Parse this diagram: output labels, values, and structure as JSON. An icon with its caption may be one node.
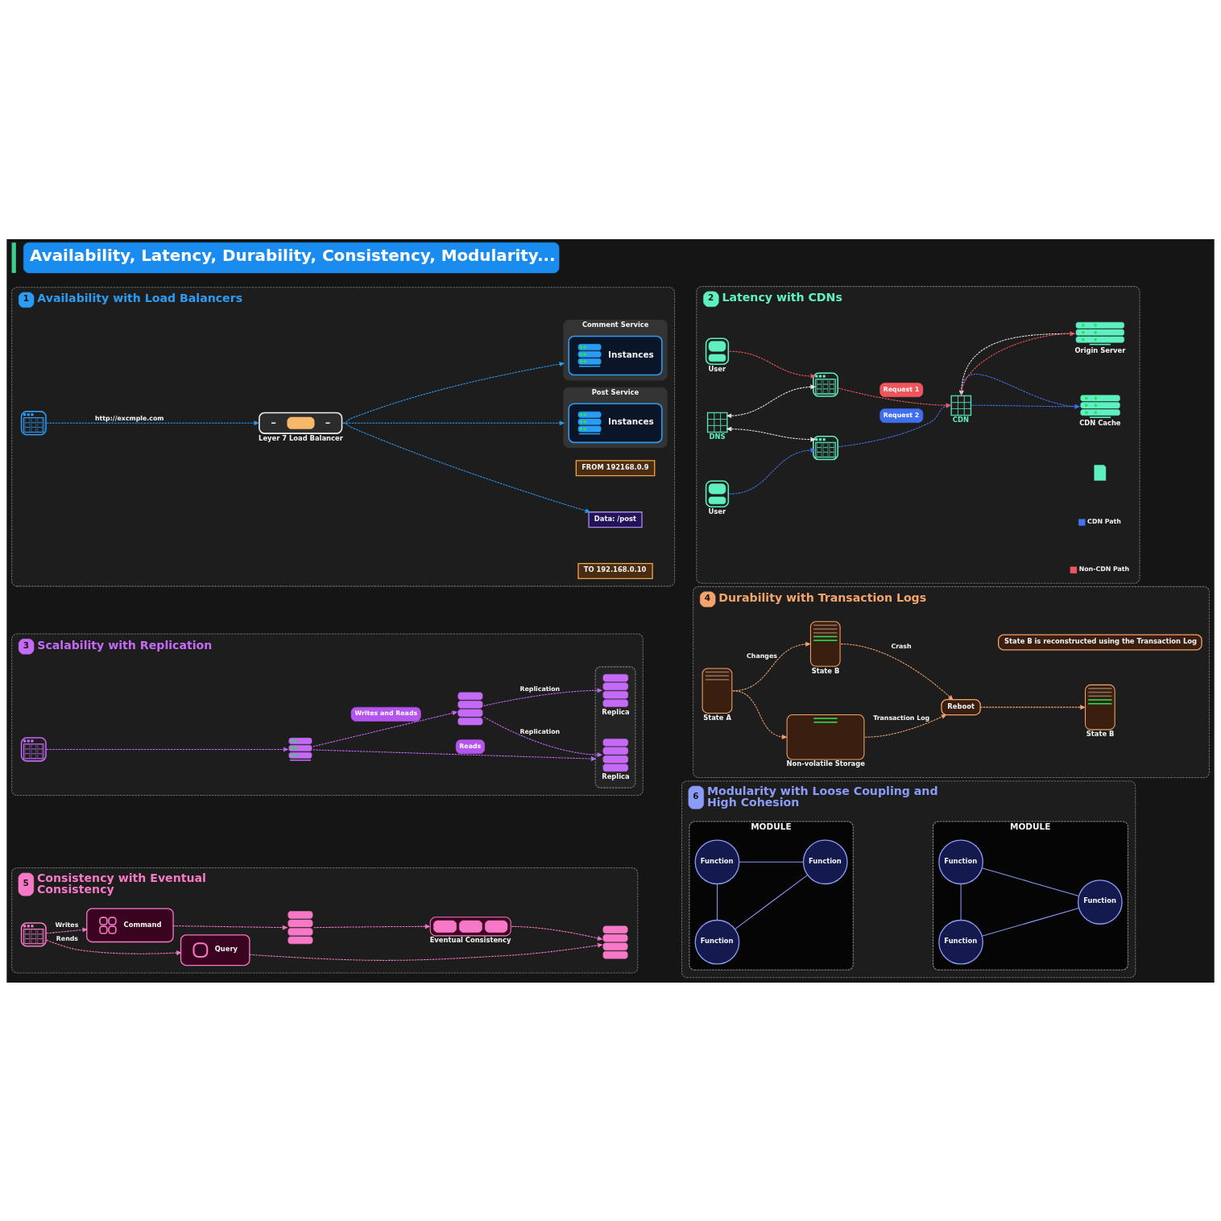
{
  "diagram": {
    "title": "Availability, Latency, Durability, Consistency, Modularity...",
    "nodes": [
      {
        "text": [
          "1",
          "Availability with Load Balancers"
        ]
      },
      {
        "text": [],
        "shape": "picture",
        "in": 0
      },
      {
        "text": [],
        "shape": "box",
        "beside": [
          "Leyer 7 Load Balancer"
        ],
        "in": 0
      },
      {
        "text": [
          "Comment Service"
        ],
        "in": 0
      },
      {
        "text": [
          "Instances"
        ],
        "in": 3
      },
      {
        "text": [
          "Post Service"
        ],
        "in": 0
      },
      {
        "text": [
          "Instances"
        ],
        "in": 5
      },
      {
        "text": [
          "FROM 192168.0.9"
        ],
        "in": 0
      },
      {
        "text": [
          "Data: /post"
        ],
        "in": 0
      },
      {
        "text": [
          "TO 192.168.0.10"
        ],
        "in": 0
      },
      {
        "text": [
          "2",
          "Latency with CDNs"
        ]
      },
      {
        "text": [],
        "shape": "person",
        "beside": [
          "User"
        ],
        "in": 10
      },
      {
        "text": [],
        "shape": "picture",
        "in": 10
      },
      {
        "text": [],
        "shape": "picture",
        "beside": [
          "DNS"
        ],
        "in": 10
      },
      {
        "text": [],
        "shape": "picture",
        "beside": [
          "CDN"
        ],
        "in": 10
      },
      {
        "text": [],
        "shape": "picture",
        "beside": [
          "Origin Server"
        ],
        "in": 10
      },
      {
        "text": [],
        "shape": "person",
        "beside": [
          "User"
        ],
        "in": 10
      },
      {
        "text": [],
        "shape": "picture",
        "in": 10
      },
      {
        "text": [],
        "shape": "picture",
        "beside": [
          "CDN Cache"
        ],
        "in": 10
      },
      {
        "text": [
          "3",
          "Scalability with Replication"
        ]
      },
      {
        "text": [],
        "shape": "picture",
        "in": 19
      },
      {
        "text": [],
        "shape": "picture",
        "in": 19
      },
      {
        "text": [],
        "shape": "cylinder",
        "in": 19
      },
      {
        "text": [],
        "shape": "box",
        "in": 19
      },
      {
        "text": [],
        "shape": "cylinder",
        "beside": [
          "Replica"
        ],
        "in": 23
      },
      {
        "text": [],
        "shape": "cylinder",
        "beside": [
          "Replica"
        ],
        "in": 23
      },
      {
        "text": [
          "4",
          "Durability with Transaction Logs"
        ]
      },
      {
        "text": [],
        "shape": "box",
        "beside": [
          "State A"
        ],
        "in": 26
      },
      {
        "text": [],
        "shape": "box",
        "beside": [
          "State B"
        ],
        "in": 26
      },
      {
        "text": [
          "Reboot"
        ],
        "in": 26
      },
      {
        "text": [],
        "shape": "box",
        "beside": [
          "State B"
        ],
        "in": 26
      },
      {
        "text": [],
        "shape": "box",
        "beside": [
          "Non-volatile Storage"
        ],
        "in": 26
      },
      {
        "text": [
          "State B is reconstructed using the Transaction Log"
        ],
        "in": 26
      },
      {
        "text": [
          "5",
          "Consistency with Eventual Consistency"
        ]
      },
      {
        "text": [],
        "shape": "picture",
        "in": 33
      },
      {
        "text": [
          "Command"
        ],
        "in": 33
      },
      {
        "text": [
          "Query"
        ],
        "in": 33
      },
      {
        "text": [],
        "shape": "cylinder",
        "in": 33
      },
      {
        "text": [],
        "shape": "box",
        "beside": [
          "Eventual Consistency"
        ],
        "in": 33
      },
      {
        "text": [],
        "shape": "cylinder",
        "in": 33
      },
      {
        "text": [
          "6",
          "Modularity with Loose Coupling and High Cohesion"
        ]
      },
      {
        "text": [
          "MODULE"
        ],
        "in": 40
      },
      {
        "text": [
          "Function"
        ],
        "in": 41
      },
      {
        "text": [
          "Function"
        ],
        "in": 41
      },
      {
        "text": [
          "Function"
        ],
        "in": 41
      },
      {
        "text": [
          "MODULE"
        ],
        "in": 40
      },
      {
        "text": [
          "Function"
        ],
        "in": 45
      },
      {
        "text": [
          "Function"
        ],
        "in": 45
      },
      {
        "text": [
          "Function"
        ],
        "in": 45
      }
    ],
    "edges": [
      {
        "from": 1,
        "to": 2,
        "arrow": "to",
        "label": "http://excmple.com",
        "style": "dashed",
        "color": "#2b9cf3"
      },
      {
        "from": 2,
        "to": 3,
        "arrow": "to",
        "style": "dashed",
        "color": "#2b9cf3"
      },
      {
        "from": 2,
        "to": 5,
        "arrow": "to",
        "style": "dashed",
        "color": "#2b9cf3"
      },
      {
        "from": 2,
        "to": 8,
        "arrow": "to",
        "style": "dashed",
        "color": "#2b9cf3"
      },
      {
        "from": 11,
        "to": 12,
        "arrow": "to",
        "style": "dashed",
        "color": "#f0545c"
      },
      {
        "from": 12,
        "to": 14,
        "arrow": "to",
        "label": "Request 1",
        "style": "dashed",
        "color": "#f0545c"
      },
      {
        "from": 12,
        "to": 13,
        "arrow": "both",
        "style": "dashed",
        "color": "#e6e6e6"
      },
      {
        "from": 13,
        "to": 17,
        "arrow": "both",
        "style": "dashed",
        "color": "#e6e6e6"
      },
      {
        "from": 16,
        "to": 17,
        "arrow": "to",
        "style": "dashed",
        "color": "#4472f0"
      },
      {
        "from": 17,
        "to": 14,
        "arrow": "to",
        "label": "Request 2",
        "style": "dashed",
        "color": "#4472f0"
      },
      {
        "from": 14,
        "to": 15,
        "arrow": "to",
        "style": "dashed",
        "color": "#f0545c"
      },
      {
        "from": 15,
        "to": 14,
        "arrow": "to",
        "style": "dashed",
        "color": "#e6e6e6"
      },
      {
        "from": 14,
        "to": 18,
        "arrow": "to",
        "style": "dashed",
        "color": "#4472f0"
      },
      {
        "from": 18,
        "to": 14,
        "arrow": "to",
        "style": "dashed",
        "color": "#4472f0"
      },
      {
        "from": 20,
        "to": 21,
        "arrow": "to",
        "style": "dashed",
        "color": "#c46af5"
      },
      {
        "from": 21,
        "to": 22,
        "arrow": "to",
        "label": "Writes and Reads",
        "style": "dashed",
        "color": "#c46af5"
      },
      {
        "from": 21,
        "to": 23,
        "arrow": "to",
        "label": "Reads",
        "style": "dashed",
        "color": "#c46af5"
      },
      {
        "from": 22,
        "to": 24,
        "arrow": "to",
        "label": "Replication",
        "style": "dashed",
        "color": "#c46af5"
      },
      {
        "from": 22,
        "to": 25,
        "arrow": "to",
        "label": "Replication",
        "style": "dashed",
        "color": "#c46af5"
      },
      {
        "from": 27,
        "to": 28,
        "arrow": "to",
        "label": "Changes",
        "style": "dashed",
        "color": "#f4a46a"
      },
      {
        "from": 27,
        "to": 31,
        "arrow": "to",
        "style": "dashed",
        "color": "#f4a46a"
      },
      {
        "from": 28,
        "to": 29,
        "arrow": "to",
        "label": "Crash",
        "style": "dashed",
        "color": "#f4a46a"
      },
      {
        "from": 29,
        "to": 30,
        "arrow": "to",
        "style": "dashed",
        "color": "#f4a46a"
      },
      {
        "from": 31,
        "to": 29,
        "arrow": "to",
        "label": "Transaction Log",
        "style": "dashed",
        "color": "#f4a46a"
      },
      {
        "from": 34,
        "to": 35,
        "arrow": "to",
        "label": "Writes",
        "style": "dashed",
        "color": "#f778c6"
      },
      {
        "from": 34,
        "to": 36,
        "arrow": "to",
        "label": "Rends",
        "style": "dashed",
        "color": "#f778c6"
      },
      {
        "from": 35,
        "to": 37,
        "arrow": "to",
        "style": "dashed",
        "color": "#f778c6"
      },
      {
        "from": 37,
        "to": 38,
        "arrow": "to",
        "style": "dashed",
        "color": "#f778c6"
      },
      {
        "from": 38,
        "to": 39,
        "arrow": "to",
        "style": "dashed",
        "color": "#f778c6"
      },
      {
        "from": 36,
        "to": 39,
        "arrow": "to",
        "style": "dashed",
        "color": "#f778c6"
      },
      {
        "from": 42,
        "to": 43,
        "arrow": "none",
        "color": "#8b9bf8"
      },
      {
        "from": 42,
        "to": 44,
        "arrow": "none",
        "color": "#8b9bf8"
      },
      {
        "from": 43,
        "to": 44,
        "arrow": "none",
        "color": "#8b9bf8"
      },
      {
        "from": 46,
        "to": 47,
        "arrow": "none",
        "color": "#8b9bf8"
      },
      {
        "from": 46,
        "to": 48,
        "arrow": "none",
        "color": "#8b9bf8"
      },
      {
        "from": 47,
        "to": 48,
        "arrow": "none",
        "color": "#8b9bf8"
      }
    ],
    "legend": [
      {
        "text": "CDN Path",
        "color": "#4472f0"
      },
      {
        "text": "Non-CDN Path",
        "color": "#f0545c"
      }
    ]
  }
}
